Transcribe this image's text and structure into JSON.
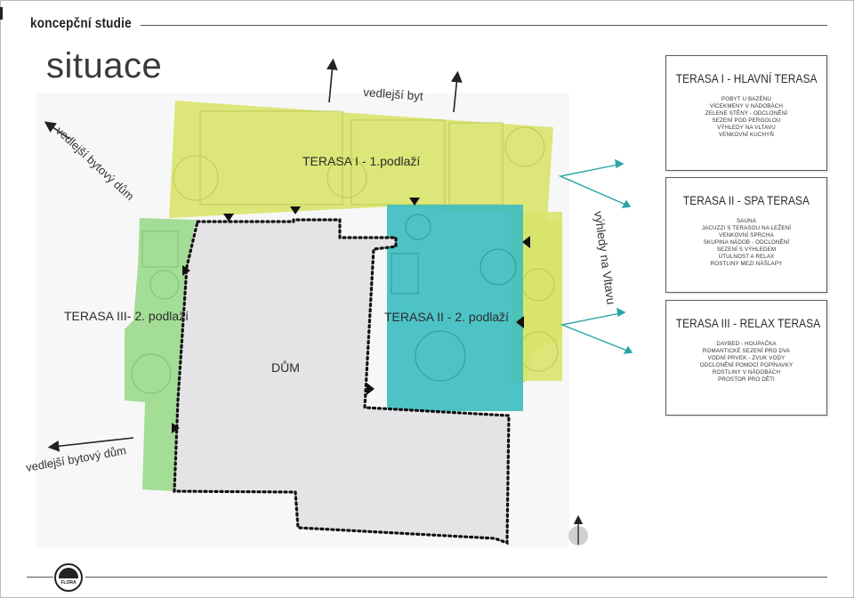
{
  "header": {
    "title": "koncepční studie",
    "section_title": "situace"
  },
  "plan": {
    "labels": {
      "terrace_1": "TERASA I - 1.podlaží",
      "terrace_2": "TERASA II - 2. podlaží",
      "terrace_3": "TERASA III- 2. podlaží",
      "house": "DŮM",
      "neighbor_flat": "vedlejší byt",
      "neighbor_building_nw": "vedlejší bytový dům",
      "neighbor_building_sw": "vedlejší bytový dům",
      "views": "výhledy na Vltavu"
    },
    "colors": {
      "terrace_1": "#d8e36a",
      "terrace_2": "#3bbcc0",
      "terrace_3": "#9ad98b",
      "house": "#e4e4e6",
      "view_arrows": "#2aa6a6"
    }
  },
  "info_boxes": [
    {
      "title": "TERASA I - HLAVNÍ TERASA",
      "items": [
        "POBYT U BAZÉNU",
        "VÍCEKMENY V NÁDOBÁCH",
        "ZELENÉ STĚNY - ODCLONĚNÍ",
        "SEZENÍ POD PERGOLOU",
        "VÝHLEDY NA VLTAVU",
        "VENKOVNÍ KUCHYŇ"
      ]
    },
    {
      "title": "TERASA II - SPA TERASA",
      "items": [
        "SAUNA",
        "JACUZZI S TERASOU NA LEŽENÍ",
        "VENKOVNÍ SPRCHA",
        "SKUPINA NÁDOB - ODCLONĚNÍ",
        "SEZENÍ S VÝHLEDEM",
        "ÚTULNOST A RELAX",
        "ROSTLINY MEZI NÁŠLAPY"
      ]
    },
    {
      "title": "TERASA III - RELAX TERASA",
      "items": [
        "DAYBED - HOUPAČKA",
        "ROMANTICKÉ SEZENÍ PRO DVA",
        "VODNÍ PRVEK - ZVUK VODY",
        "ODCLONĚNÍ POMOCÍ POPÍNAVKY",
        "ROSTLINY V NÁDOBÁCH",
        "PROSTOR PRO DĚTI"
      ]
    }
  ],
  "footer": {
    "logo_text": "FLORA"
  }
}
